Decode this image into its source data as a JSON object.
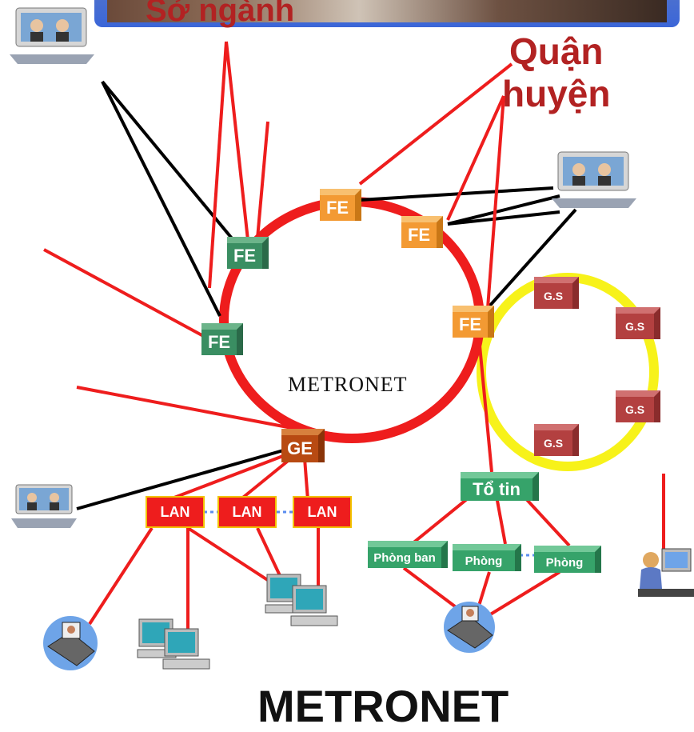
{
  "labels": {
    "top_left_partial": "Sở ngành",
    "top_right": "Quận\nhuyện",
    "center": "METRONET",
    "bottom_title": "METRONET",
    "fe": "FE",
    "ge": "GE",
    "gs": "G.S",
    "lan": "LAN",
    "to_tin": "Tổ tin",
    "phong": "Phòng",
    "phong_ban": "Phòng ban"
  },
  "colors": {
    "ring_metro": "#ee1d1d",
    "ring_gs": "#f7f21a",
    "link_red": "#ee1d1d",
    "link_black": "#000000",
    "title_red": "#b22222"
  },
  "icons": [
    "videoconference-terminal-icon",
    "ip-phone-icon",
    "desktop-computer-icon",
    "operator-at-desk-icon"
  ]
}
